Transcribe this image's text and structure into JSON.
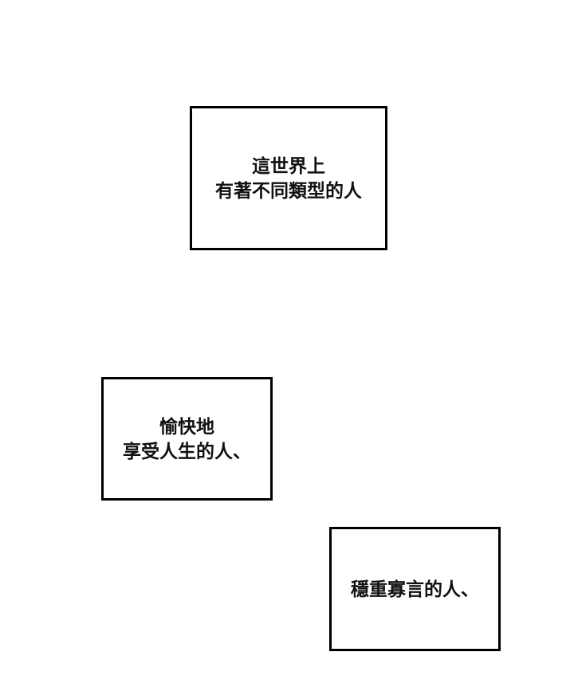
{
  "panels": [
    {
      "lines": [
        "這世界上",
        "有著不同類型的人"
      ]
    },
    {
      "lines": [
        "愉快地",
        "享受人生的人、"
      ]
    },
    {
      "lines": [
        "穩重寡言的人、"
      ]
    }
  ]
}
